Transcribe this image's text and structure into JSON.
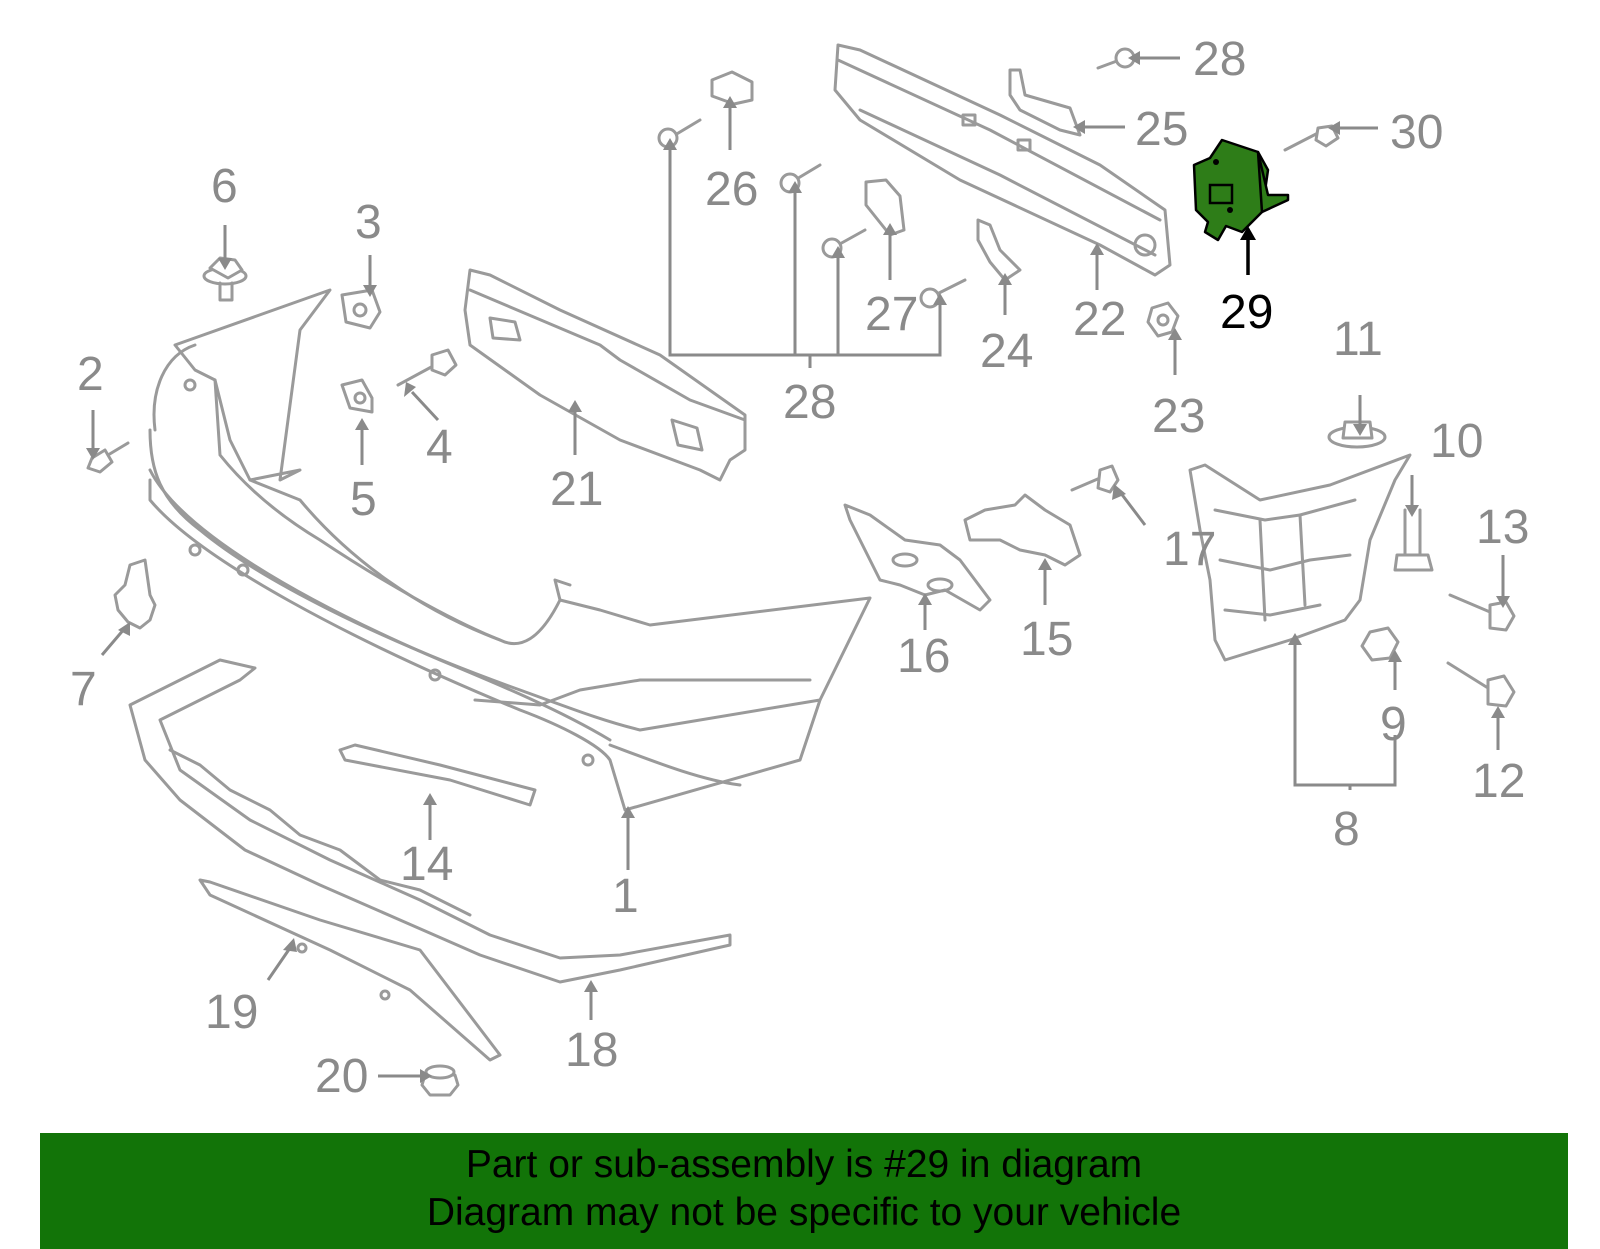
{
  "diagram": {
    "highlight_color": "#2e7d18",
    "banner_color": "#127408",
    "callouts": [
      {
        "id": "p1",
        "label": "1"
      },
      {
        "id": "p2",
        "label": "2"
      },
      {
        "id": "p3",
        "label": "3"
      },
      {
        "id": "p4",
        "label": "4"
      },
      {
        "id": "p5",
        "label": "5"
      },
      {
        "id": "p6",
        "label": "6"
      },
      {
        "id": "p7",
        "label": "7"
      },
      {
        "id": "p8",
        "label": "8"
      },
      {
        "id": "p9",
        "label": "9"
      },
      {
        "id": "p10",
        "label": "10"
      },
      {
        "id": "p11",
        "label": "11"
      },
      {
        "id": "p12",
        "label": "12"
      },
      {
        "id": "p13",
        "label": "13"
      },
      {
        "id": "p14",
        "label": "14"
      },
      {
        "id": "p15",
        "label": "15"
      },
      {
        "id": "p16",
        "label": "16"
      },
      {
        "id": "p17",
        "label": "17"
      },
      {
        "id": "p18",
        "label": "18"
      },
      {
        "id": "p19",
        "label": "19"
      },
      {
        "id": "p20",
        "label": "20"
      },
      {
        "id": "p21",
        "label": "21"
      },
      {
        "id": "p22",
        "label": "22"
      },
      {
        "id": "p23",
        "label": "23"
      },
      {
        "id": "p24",
        "label": "24"
      },
      {
        "id": "p25",
        "label": "25"
      },
      {
        "id": "p26",
        "label": "26"
      },
      {
        "id": "p27",
        "label": "27"
      },
      {
        "id": "p28a",
        "label": "28"
      },
      {
        "id": "p28b",
        "label": "28"
      },
      {
        "id": "p29",
        "label": "29",
        "highlighted": true
      },
      {
        "id": "p30",
        "label": "30"
      }
    ]
  },
  "banner": {
    "line1": "Part or sub-assembly is #29 in diagram",
    "line2": "Diagram may not be specific to your vehicle"
  }
}
